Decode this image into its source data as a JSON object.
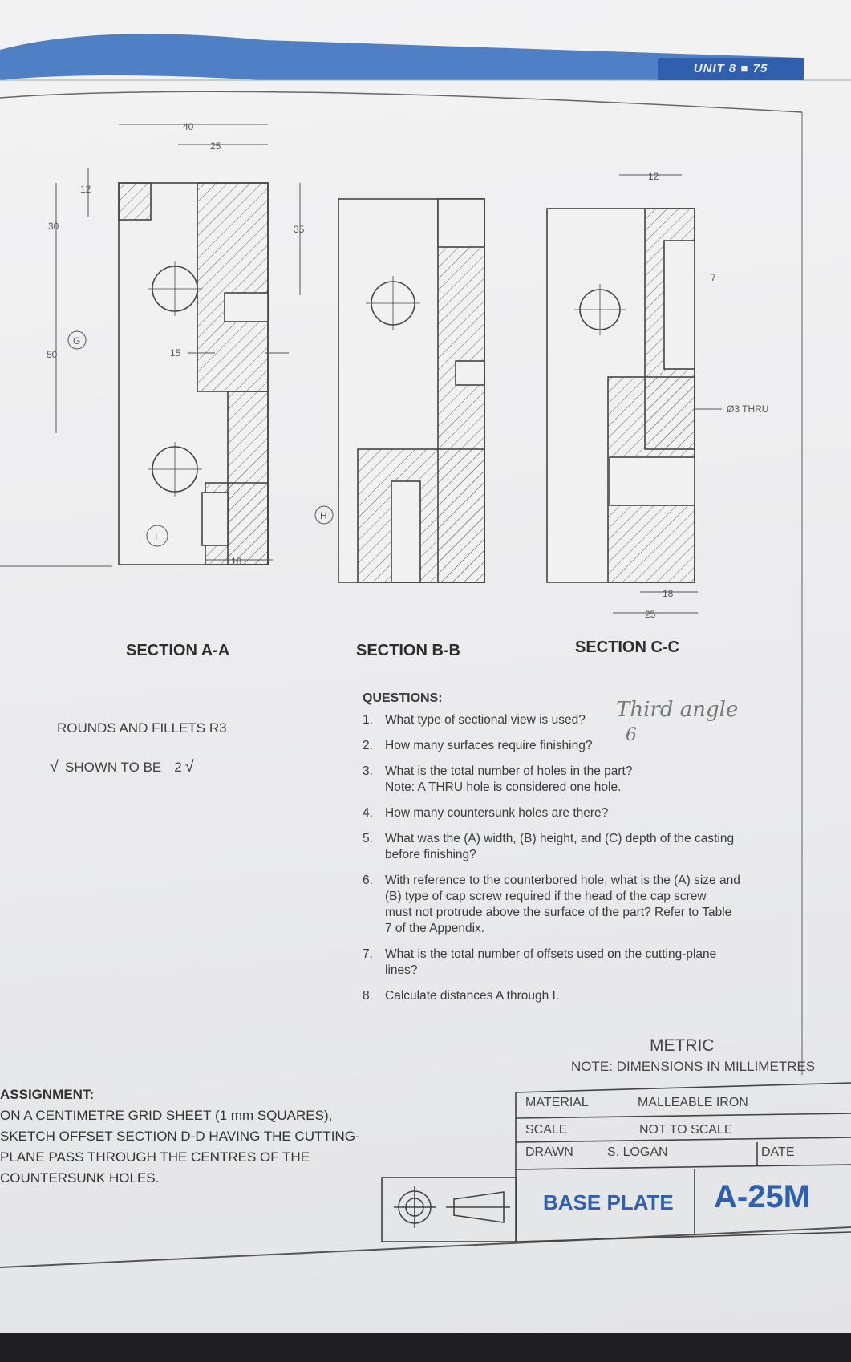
{
  "header": {
    "unit_label": "UNIT 8 ■ 75"
  },
  "sections": {
    "a": "SECTION A-A",
    "b": "SECTION B-B",
    "c": "SECTION C-C"
  },
  "dimensions": {
    "d40": "40",
    "d25": "25",
    "d12": "12",
    "d30": "30",
    "d35": "35",
    "d50": "50",
    "d15": "15",
    "d18": "18",
    "d12c": "12",
    "d7": "7",
    "thru": "Ø3 THRU",
    "d18c": "18",
    "d25c": "25"
  },
  "callouts": {
    "g": "G",
    "h": "H",
    "i": "I"
  },
  "notes": {
    "rounds": "ROUNDS AND FILLETS R3",
    "finish": "SHOWN TO BE",
    "finish_value": "2"
  },
  "questions": {
    "title": "QUESTIONS:",
    "items": [
      {
        "n": "1.",
        "text": "What type of sectional view is used?"
      },
      {
        "n": "2.",
        "text": "How many surfaces require finishing?"
      },
      {
        "n": "3.",
        "text": "What is the total number of holes in the part?",
        "text2": "Note: A THRU hole is considered one hole."
      },
      {
        "n": "4.",
        "text": "How many countersunk holes are there?"
      },
      {
        "n": "5.",
        "text": "What was the (A) width, (B) height, and (C) depth of the casting",
        "text2": "before finishing?"
      },
      {
        "n": "6.",
        "text": "With reference to the counterbored hole, what is the (A) size and",
        "text2": "(B) type of cap screw required if the head of the cap screw",
        "text3": "must not protrude above the surface of the part? Refer to Table",
        "text4": "7 of the Appendix."
      },
      {
        "n": "7.",
        "text": "What is the total number of offsets used on the cutting-plane",
        "text2": "lines?"
      },
      {
        "n": "8.",
        "text": "Calculate distances A through I."
      }
    ]
  },
  "handwriting": {
    "a1": "Third angle",
    "a2": "6"
  },
  "metric": {
    "title": "METRIC",
    "note": "NOTE: DIMENSIONS IN MILLIMETRES"
  },
  "assignment": {
    "heading": "ASSIGNMENT:",
    "lines": [
      "ON A CENTIMETRE GRID SHEET (1 mm SQUARES),",
      "SKETCH OFFSET SECTION D-D HAVING THE CUTTING-",
      "PLANE PASS THROUGH THE CENTRES OF THE",
      "COUNTERSUNK HOLES."
    ]
  },
  "title_block": {
    "material_label": "MATERIAL",
    "material": "MALLEABLE IRON",
    "scale_label": "SCALE",
    "scale": "NOT TO SCALE",
    "drawn_label": "DRAWN",
    "drawn": "S. LOGAN",
    "date_label": "DATE",
    "part_name": "BASE PLATE",
    "drawing_number": "A-25M"
  },
  "colors": {
    "accent": "#2f5fae",
    "ink": "#3a3a3a"
  }
}
